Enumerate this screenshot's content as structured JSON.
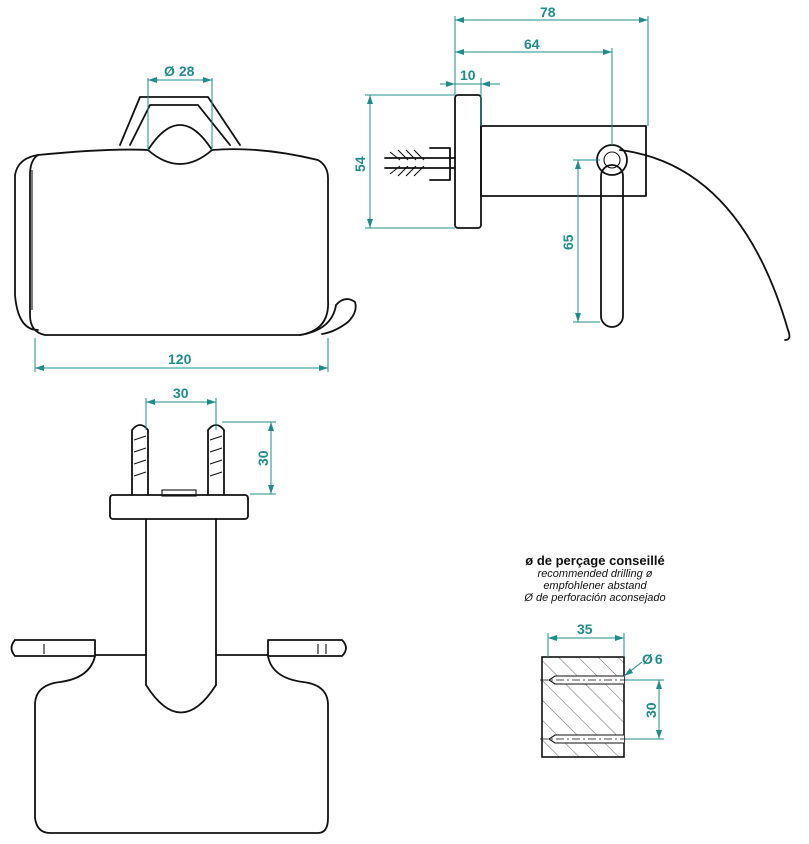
{
  "dimensions": {
    "top_width": "78",
    "top_arm": "64",
    "top_plate": "10",
    "front_width": "120",
    "front_dia": "28",
    "side_height": "54",
    "side_arm_drop": "65",
    "bottom_spacing": "30",
    "bottom_depth": "30",
    "drill_width": "35",
    "drill_dia": "6",
    "drill_spacing": "30"
  },
  "diameter_symbol": "Ø",
  "drilling_note": {
    "title": "ø de perçage conseillé",
    "en": "recommended drilling ø",
    "de": "empfohlener abstand",
    "es": "Ø de perforación aconsejado"
  },
  "colors": {
    "dimension": "#1f8c8c",
    "line": "#111111"
  }
}
